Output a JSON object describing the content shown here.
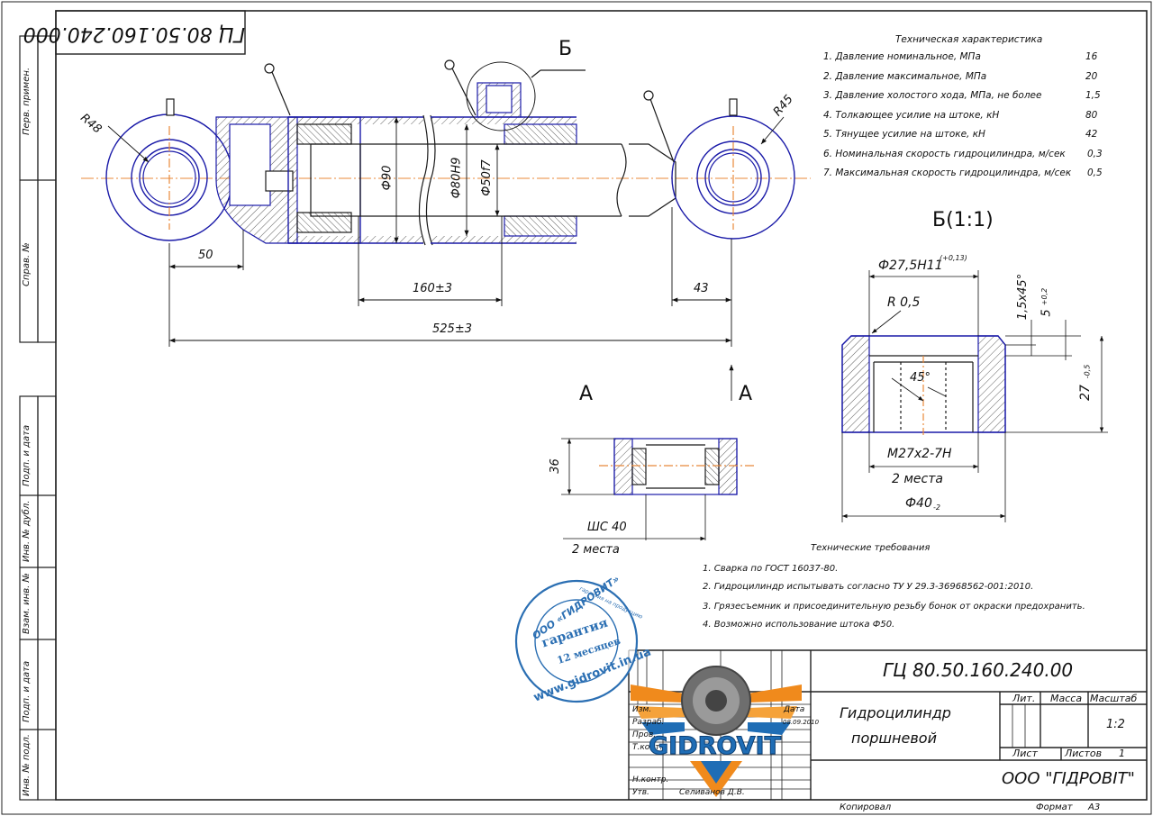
{
  "drawing_number": "ГЦ 80.50.160.240.000",
  "drawing_number_rotated": "ГЦ 80.50.160.240.000",
  "left_strip": [
    "Перв. примен.",
    "Справ. №",
    "Подп. и дата",
    "Инв. № дубл.",
    "Взам. инв. №",
    "Подп. и дата",
    "Инв. № подл."
  ],
  "tech_spec": {
    "title": "Техническая характеристика",
    "rows": [
      {
        "label": "1. Давление номинальное, МПа",
        "value": "16"
      },
      {
        "label": "2. Давление максимальное, МПа",
        "value": "20"
      },
      {
        "label": "3. Давление холостого хода, МПа, не более",
        "value": "1,5"
      },
      {
        "label": "4. Толкающее усилие на штоке, кН",
        "value": "80"
      },
      {
        "label": "5. Тянущее усилие на штоке, кН",
        "value": "42"
      },
      {
        "label": "6. Номинальная скорость гидроцилиндра, м/сек",
        "value": "0,3"
      },
      {
        "label": "7. Максимальная скорость гидроцилиндра, м/сек",
        "value": "0,5"
      }
    ]
  },
  "tech_req": {
    "title": "Технические требования",
    "rows": [
      "1. Сварка по ГОСТ 16037-80.",
      "2. Гидроцилиндр испытывать согласно ТУ У 29.3-36968562-001:2010.",
      "3. Грязесъемник и присоединительную резьбу бонок от окраски предохранить.",
      "4. Возможно использование штока Ф50."
    ]
  },
  "dims": {
    "r48": "R48",
    "r45": "R45",
    "d90": "Ф90",
    "d80": "Ф80H9",
    "d50": "Ф50f7",
    "d50_len": "50",
    "stroke": "160±3",
    "d43": "43",
    "total": "525±3",
    "view_b": "Б",
    "view_b_scale": "Б(1:1)",
    "view_a": "А",
    "arrow_a": "А",
    "det_d275": "Ф27,5H11",
    "det_d275_tol": "(+0,13)",
    "det_r05": "R 0,5",
    "det_chamfer": "1,5х45°",
    "det_5": "5",
    "det_5_tol": "+0,2",
    "det_27": "27",
    "det_27_tol": "-0,5",
    "det_45": "45°",
    "det_thread": "М27х2-7Н",
    "det_2places": "2 места",
    "det_d40": "Ф40",
    "det_d40_tol": "-2",
    "a_36": "36",
    "a_shs": "ШС 40",
    "a_2places": "2 места"
  },
  "title_block": {
    "number": "ГЦ 80.50.160.240.00",
    "name_line1": "Гидроцилиндр",
    "name_line2": "поршневой",
    "lit": "Лит.",
    "mass": "Масса",
    "scale_label": "Масштаб",
    "scale": "1:2",
    "sheet": "Лист",
    "sheets": "Листов",
    "sheets_count": "1",
    "company": "ООО \"ГІДРОВІТ\"",
    "izm": "Изм.",
    "razrab": "Разраб.",
    "prov": "Пров.",
    "tkontr": "Т.конт.",
    "nkontr": "Н.контр.",
    "utv": "Утв.",
    "data": "Дата",
    "date_value": "08.09.2010",
    "utv_name": "Селиванов Д.В.",
    "copied": "Копировал",
    "format_label": "Формат",
    "format": "А3"
  },
  "stamp": {
    "ring": "ООО «ГИДРОВИТ»",
    "ring_small": "гарантия на продукцию",
    "center1": "гарантия",
    "center2": "12 месяцев",
    "url": "www.gidrovit.in.ua"
  },
  "logo": {
    "text": "GIDROVIT"
  },
  "colors": {
    "line": "#1a1a1a",
    "part": "#1a1aa8",
    "axis": "#e8893a",
    "stamp": "#2b6fb3",
    "logo_orange": "#f08a1c",
    "logo_blue": "#1f6db5"
  }
}
